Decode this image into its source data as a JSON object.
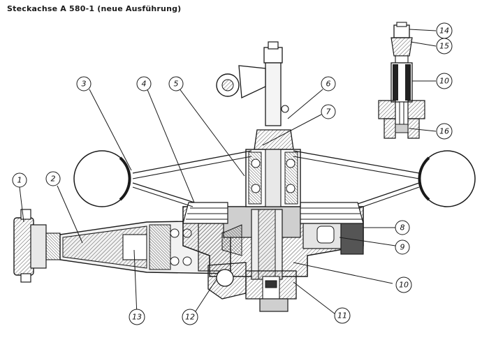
{
  "title": "Steckachse A 580-1 (neue Ausführung)",
  "colors": {
    "ink": "#1a1a1a",
    "hatch": "#5a5a5a",
    "light_fill": "#d6d6d6",
    "mid_fill": "#9a9a9a"
  },
  "callouts": [
    {
      "id": "c1",
      "label": "1"
    },
    {
      "id": "c2",
      "label": "2"
    },
    {
      "id": "c3",
      "label": "3"
    },
    {
      "id": "c4",
      "label": "4"
    },
    {
      "id": "c5",
      "label": "5"
    },
    {
      "id": "c6",
      "label": "6"
    },
    {
      "id": "c7",
      "label": "7"
    },
    {
      "id": "c8",
      "label": "8"
    },
    {
      "id": "c9",
      "label": "9"
    },
    {
      "id": "c10",
      "label": "10"
    },
    {
      "id": "c11",
      "label": "11"
    },
    {
      "id": "c12",
      "label": "12"
    },
    {
      "id": "c13",
      "label": "13"
    },
    {
      "id": "c14",
      "label": "14"
    },
    {
      "id": "c15",
      "label": "15"
    },
    {
      "id": "c10b",
      "label": "10"
    },
    {
      "id": "c16",
      "label": "16"
    }
  ]
}
